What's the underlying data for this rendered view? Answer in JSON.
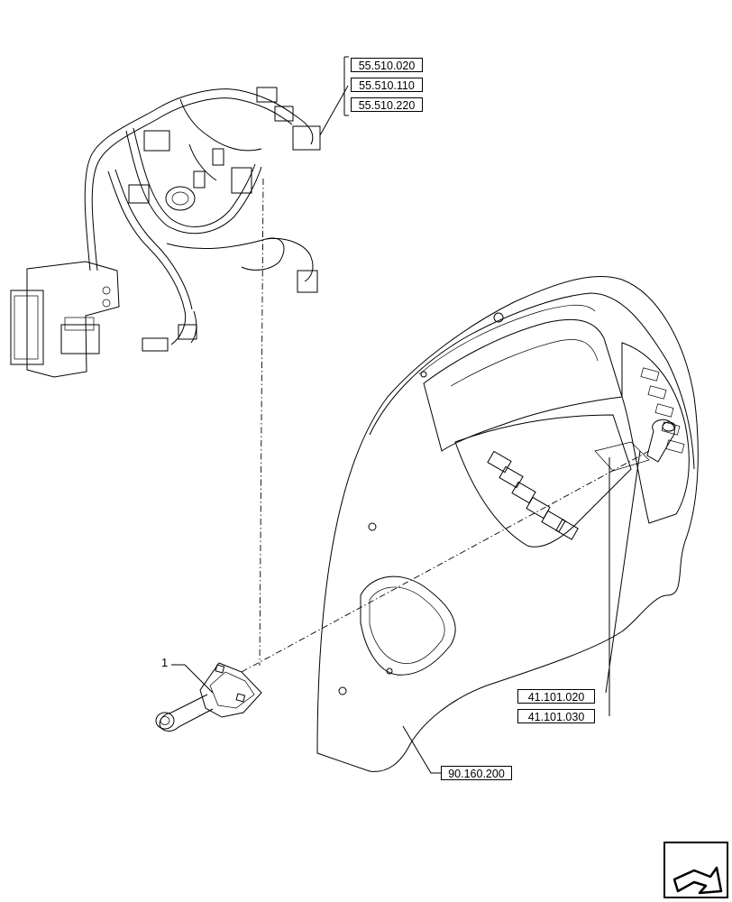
{
  "callout": {
    "item_number": "1"
  },
  "references": {
    "harness_group": [
      "55.510.020",
      "55.510.110",
      "55.510.220"
    ],
    "control_group": [
      "41.101.020",
      "41.101.030"
    ],
    "console": "90.160.200"
  },
  "icons": {
    "wiring_harness": "wiring-harness-drawing",
    "dashboard_console": "dashboard-console-drawing",
    "joystick": "joystick-lever-drawing",
    "navigation": "next-page-arrow-icon"
  }
}
